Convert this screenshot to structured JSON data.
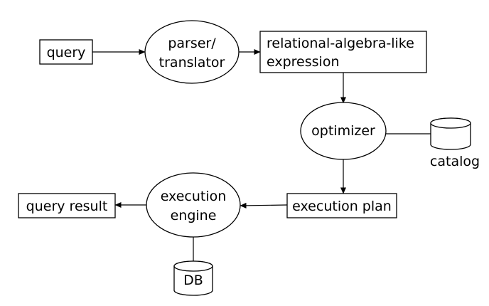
{
  "diagram": {
    "query_label": "query",
    "parser_label_line1": "parser/",
    "parser_label_line2": "translator",
    "expression_label_line1": "relational-algebra-like",
    "expression_label_line2": "expression",
    "optimizer_label": "optimizer",
    "catalog_label": "catalog",
    "execution_plan_label": "execution plan",
    "execution_engine_label_line1": "execution",
    "execution_engine_label_line2": "engine",
    "query_result_label": "query result",
    "db_label": "DB"
  }
}
